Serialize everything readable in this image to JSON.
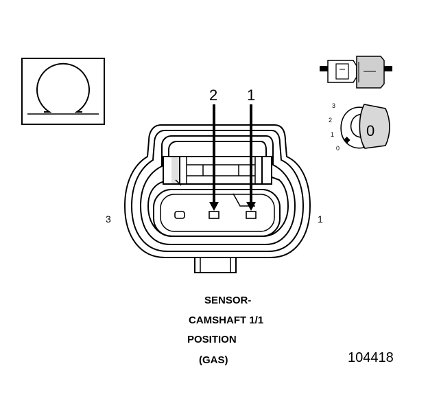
{
  "diagram": {
    "pin_labels": {
      "left_cavity": "3",
      "right_cavity": "1"
    },
    "arrow_labels": {
      "arrow_2": "2",
      "arrow_1": "1"
    },
    "title_lines": [
      "SENSOR-",
      "CAMSHAFT 1/1",
      "POSITION",
      "(GAS)"
    ],
    "figure_number": "104418",
    "icon_omega": "omega-symbol-icon",
    "icon_connector_side": "connector-side-view-icon",
    "lock_position_scale": [
      "3",
      "2",
      "1",
      "0"
    ],
    "lock_letter": "0"
  }
}
